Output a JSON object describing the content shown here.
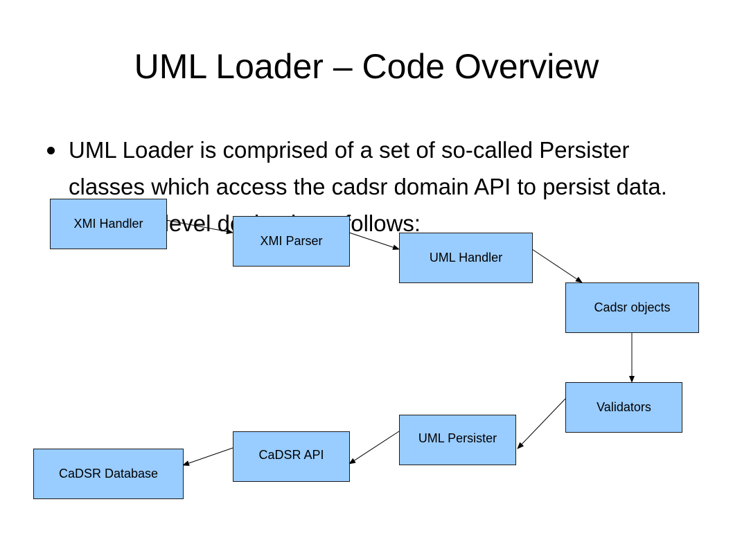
{
  "slide": {
    "title": "UML Loader – Code Overview",
    "bullet": "UML Loader is comprised of a set of so-called Persister classes which access the cadsr domain API to persist data. The high level design is as follows:"
  },
  "diagram": {
    "nodes": {
      "xmi_handler": "XMI Handler",
      "xmi_parser": "XMI Parser",
      "uml_handler": "UML Handler",
      "cadsr_objects": "Cadsr objects",
      "validators": "Validators",
      "uml_persister": "UML Persister",
      "cadsr_api": "CaDSR API",
      "cadsr_database": "CaDSR Database"
    },
    "edges": [
      [
        "XMI Handler",
        "XMI Parser"
      ],
      [
        "XMI Parser",
        "UML Handler"
      ],
      [
        "UML Handler",
        "Cadsr objects"
      ],
      [
        "Cadsr objects",
        "Validators"
      ],
      [
        "Validators",
        "UML Persister"
      ],
      [
        "UML Persister",
        "CaDSR API"
      ],
      [
        "CaDSR API",
        "CaDSR Database"
      ]
    ],
    "colors": {
      "box_fill": "#99ccff",
      "box_border": "#1a1a1a",
      "arrow": "#000000"
    }
  }
}
